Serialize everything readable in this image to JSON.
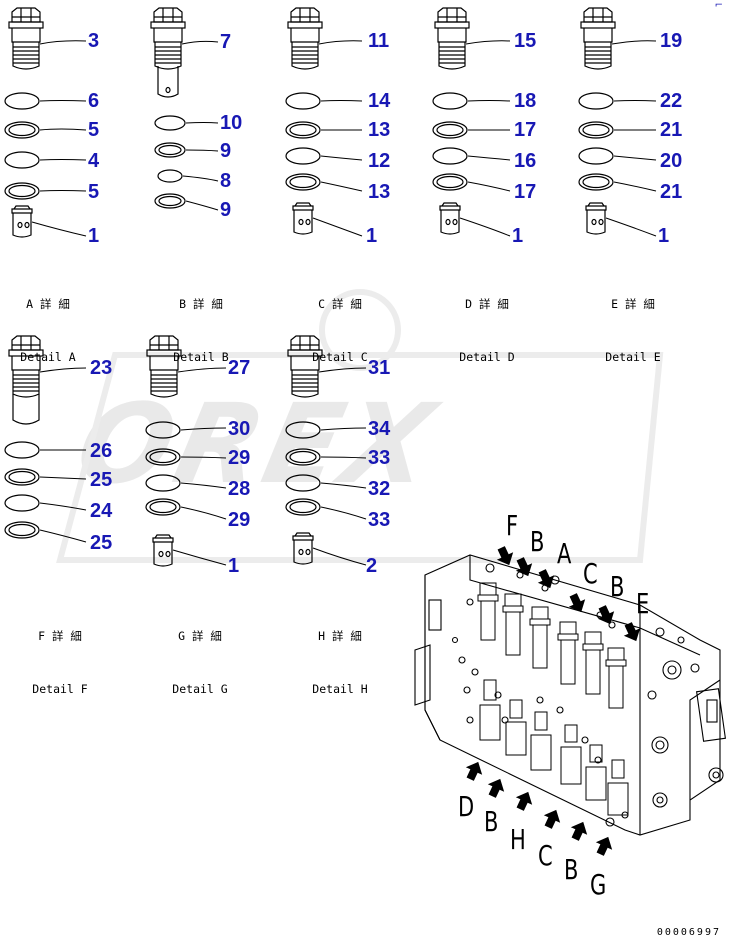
{
  "watermark_text": "OREX",
  "colors": {
    "callout_number": "#1818b4",
    "line": "#000000",
    "watermark": "#e9e9e9"
  },
  "details": {
    "A": {
      "title": "A 詳 細",
      "subtitle": "Detail A",
      "callouts": [
        "3",
        "6",
        "5",
        "4",
        "5",
        "1"
      ]
    },
    "B": {
      "title": "B 詳 細",
      "subtitle": "Detail B",
      "callouts": [
        "7",
        "10",
        "9",
        "8",
        "9"
      ]
    },
    "C": {
      "title": "C 詳 細",
      "subtitle": "Detail C",
      "callouts": [
        "11",
        "14",
        "13",
        "12",
        "13",
        "1"
      ]
    },
    "D": {
      "title": "D 詳 細",
      "subtitle": "Detail D",
      "callouts": [
        "15",
        "18",
        "17",
        "16",
        "17",
        "1"
      ]
    },
    "E": {
      "title": "E 詳 細",
      "subtitle": "Detail E",
      "callouts": [
        "19",
        "22",
        "21",
        "20",
        "21",
        "1"
      ]
    },
    "F": {
      "title": "F 詳 細",
      "subtitle": "Detail F",
      "callouts": [
        "23",
        "26",
        "25",
        "24",
        "25"
      ]
    },
    "G": {
      "title": "G 詳 細",
      "subtitle": "Detail G",
      "callouts": [
        "27",
        "30",
        "29",
        "28",
        "29",
        "1"
      ]
    },
    "H": {
      "title": "H 詳 細",
      "subtitle": "Detail H",
      "callouts": [
        "31",
        "34",
        "33",
        "32",
        "33",
        "2"
      ]
    }
  },
  "assembly_labels_top": [
    "F",
    "B",
    "A",
    "C",
    "B",
    "E"
  ],
  "assembly_labels_bottom": [
    "D",
    "B",
    "H",
    "C",
    "B",
    "G"
  ],
  "drawing_number": "00006997",
  "corner_mark": "⌐"
}
